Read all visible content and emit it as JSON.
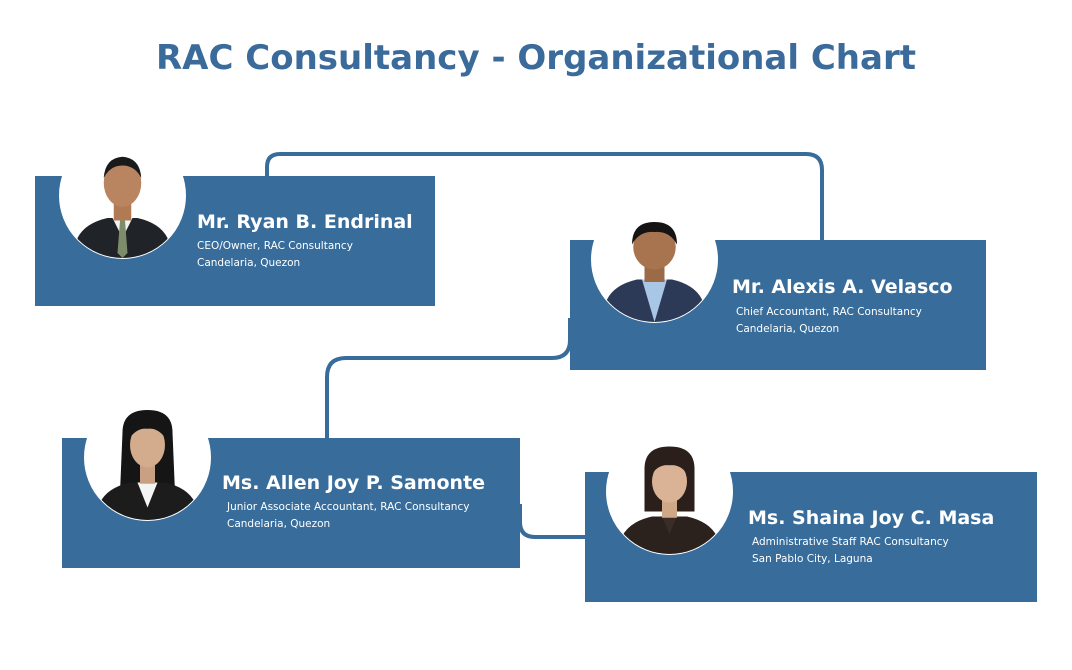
{
  "title": "RAC Consultancy - Organizational Chart",
  "colors": {
    "card": "#376c9b",
    "connector": "#376c9b",
    "title": "#3a6b9a",
    "text": "#ffffff"
  },
  "people": [
    {
      "name": "Mr. Ryan B. Endrinal",
      "role": "CEO/Owner, RAC Consultancy",
      "location": "Candelaria, Quezon",
      "photo": "man-in-suit-photo"
    },
    {
      "name": "Mr. Alexis A. Velasco",
      "role": "Chief Accountant, RAC Consultancy",
      "location": "Candelaria, Quezon",
      "photo": "man-in-suit-photo"
    },
    {
      "name": "Ms. Allen Joy P. Samonte",
      "role": "Junior Associate Accountant, RAC Consultancy",
      "location": "Candelaria, Quezon",
      "photo": "woman-in-blazer-photo"
    },
    {
      "name": "Ms.  Shaina Joy C. Masa",
      "role": "Administrative Staff RAC Consultancy",
      "location": "San Pablo City, Laguna",
      "photo": "woman-in-blazer-photo"
    }
  ]
}
